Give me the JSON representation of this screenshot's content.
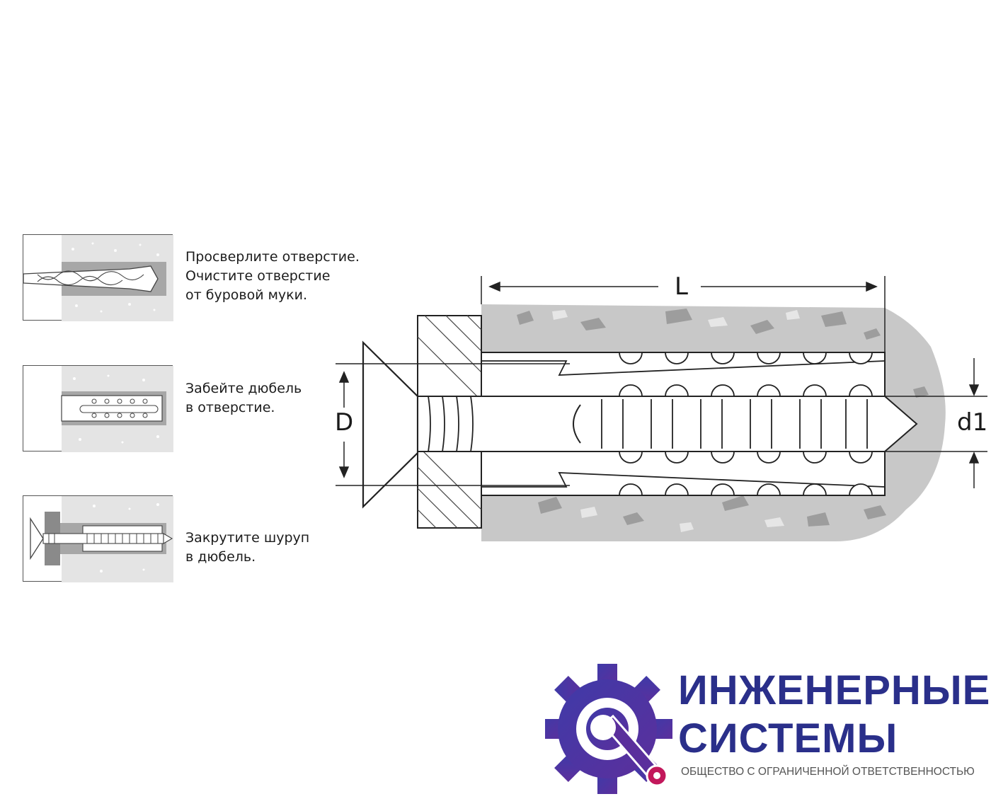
{
  "steps": [
    {
      "lines": [
        "Просверлите отверстие.",
        "Очистите отверстие",
        "от буровой муки."
      ],
      "icon": "drill-icon"
    },
    {
      "lines": [
        "Забейте дюбель",
        "в отверстие."
      ],
      "icon": "dowel-icon"
    },
    {
      "lines": [
        "Закрутите шуруп",
        "в дюбель."
      ],
      "icon": "screw-icon"
    }
  ],
  "dimensions": {
    "length": "L",
    "diameter": "D",
    "screw_diameter": "d1"
  },
  "logo": {
    "title_line1": "ИНЖЕНЕРНЫЕ",
    "title_line2": "СИСТЕМЫ",
    "subtitle": "ОБЩЕСТВО С ОГРАНИЧЕННОЙ ОТВЕТСТВЕННОСТЬЮ",
    "icon": "gear-wrench-icon"
  },
  "colors": {
    "concrete": "#c8c8c8",
    "panel_concrete": "#e6e6e6",
    "logo_blue": "#2a2f8a",
    "logo_accent": "#c2185b"
  }
}
